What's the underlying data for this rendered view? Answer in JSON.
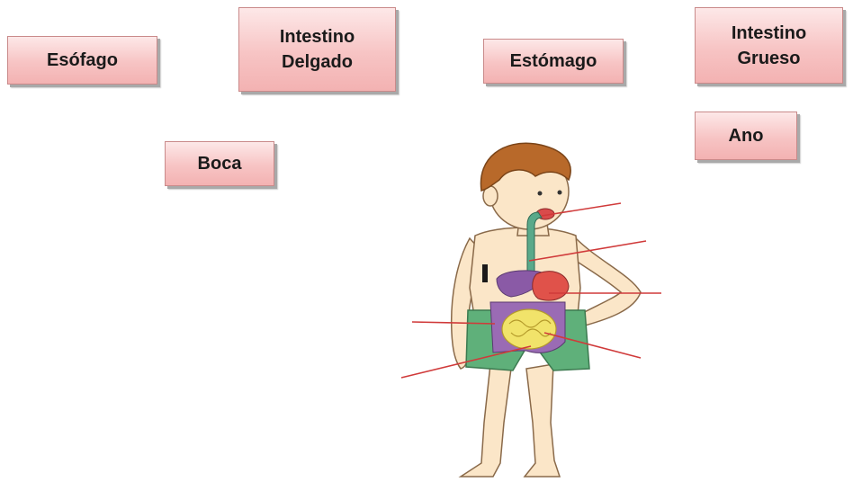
{
  "labels": {
    "esofago": "Esófago",
    "intestino_delgado": "Intestino\nDelgado",
    "estomago": "Estómago",
    "intestino_grueso": "Intestino\nGrueso",
    "ano": "Ano",
    "boca": "Boca"
  },
  "colors": {
    "card_fill": "#f7c4c4",
    "pointer_line": "#d03a3a",
    "esophagus": "#5aa98a",
    "stomach": "#e0524a",
    "liver": "#8a5aa6",
    "small_intestine": "#f1e36a",
    "large_intestine": "#9a6bb4",
    "shorts": "#5fb07a",
    "hair": "#b8692a",
    "skin": "#fbe6c8"
  },
  "icons": [
    "child-digestive-system-illustration"
  ]
}
